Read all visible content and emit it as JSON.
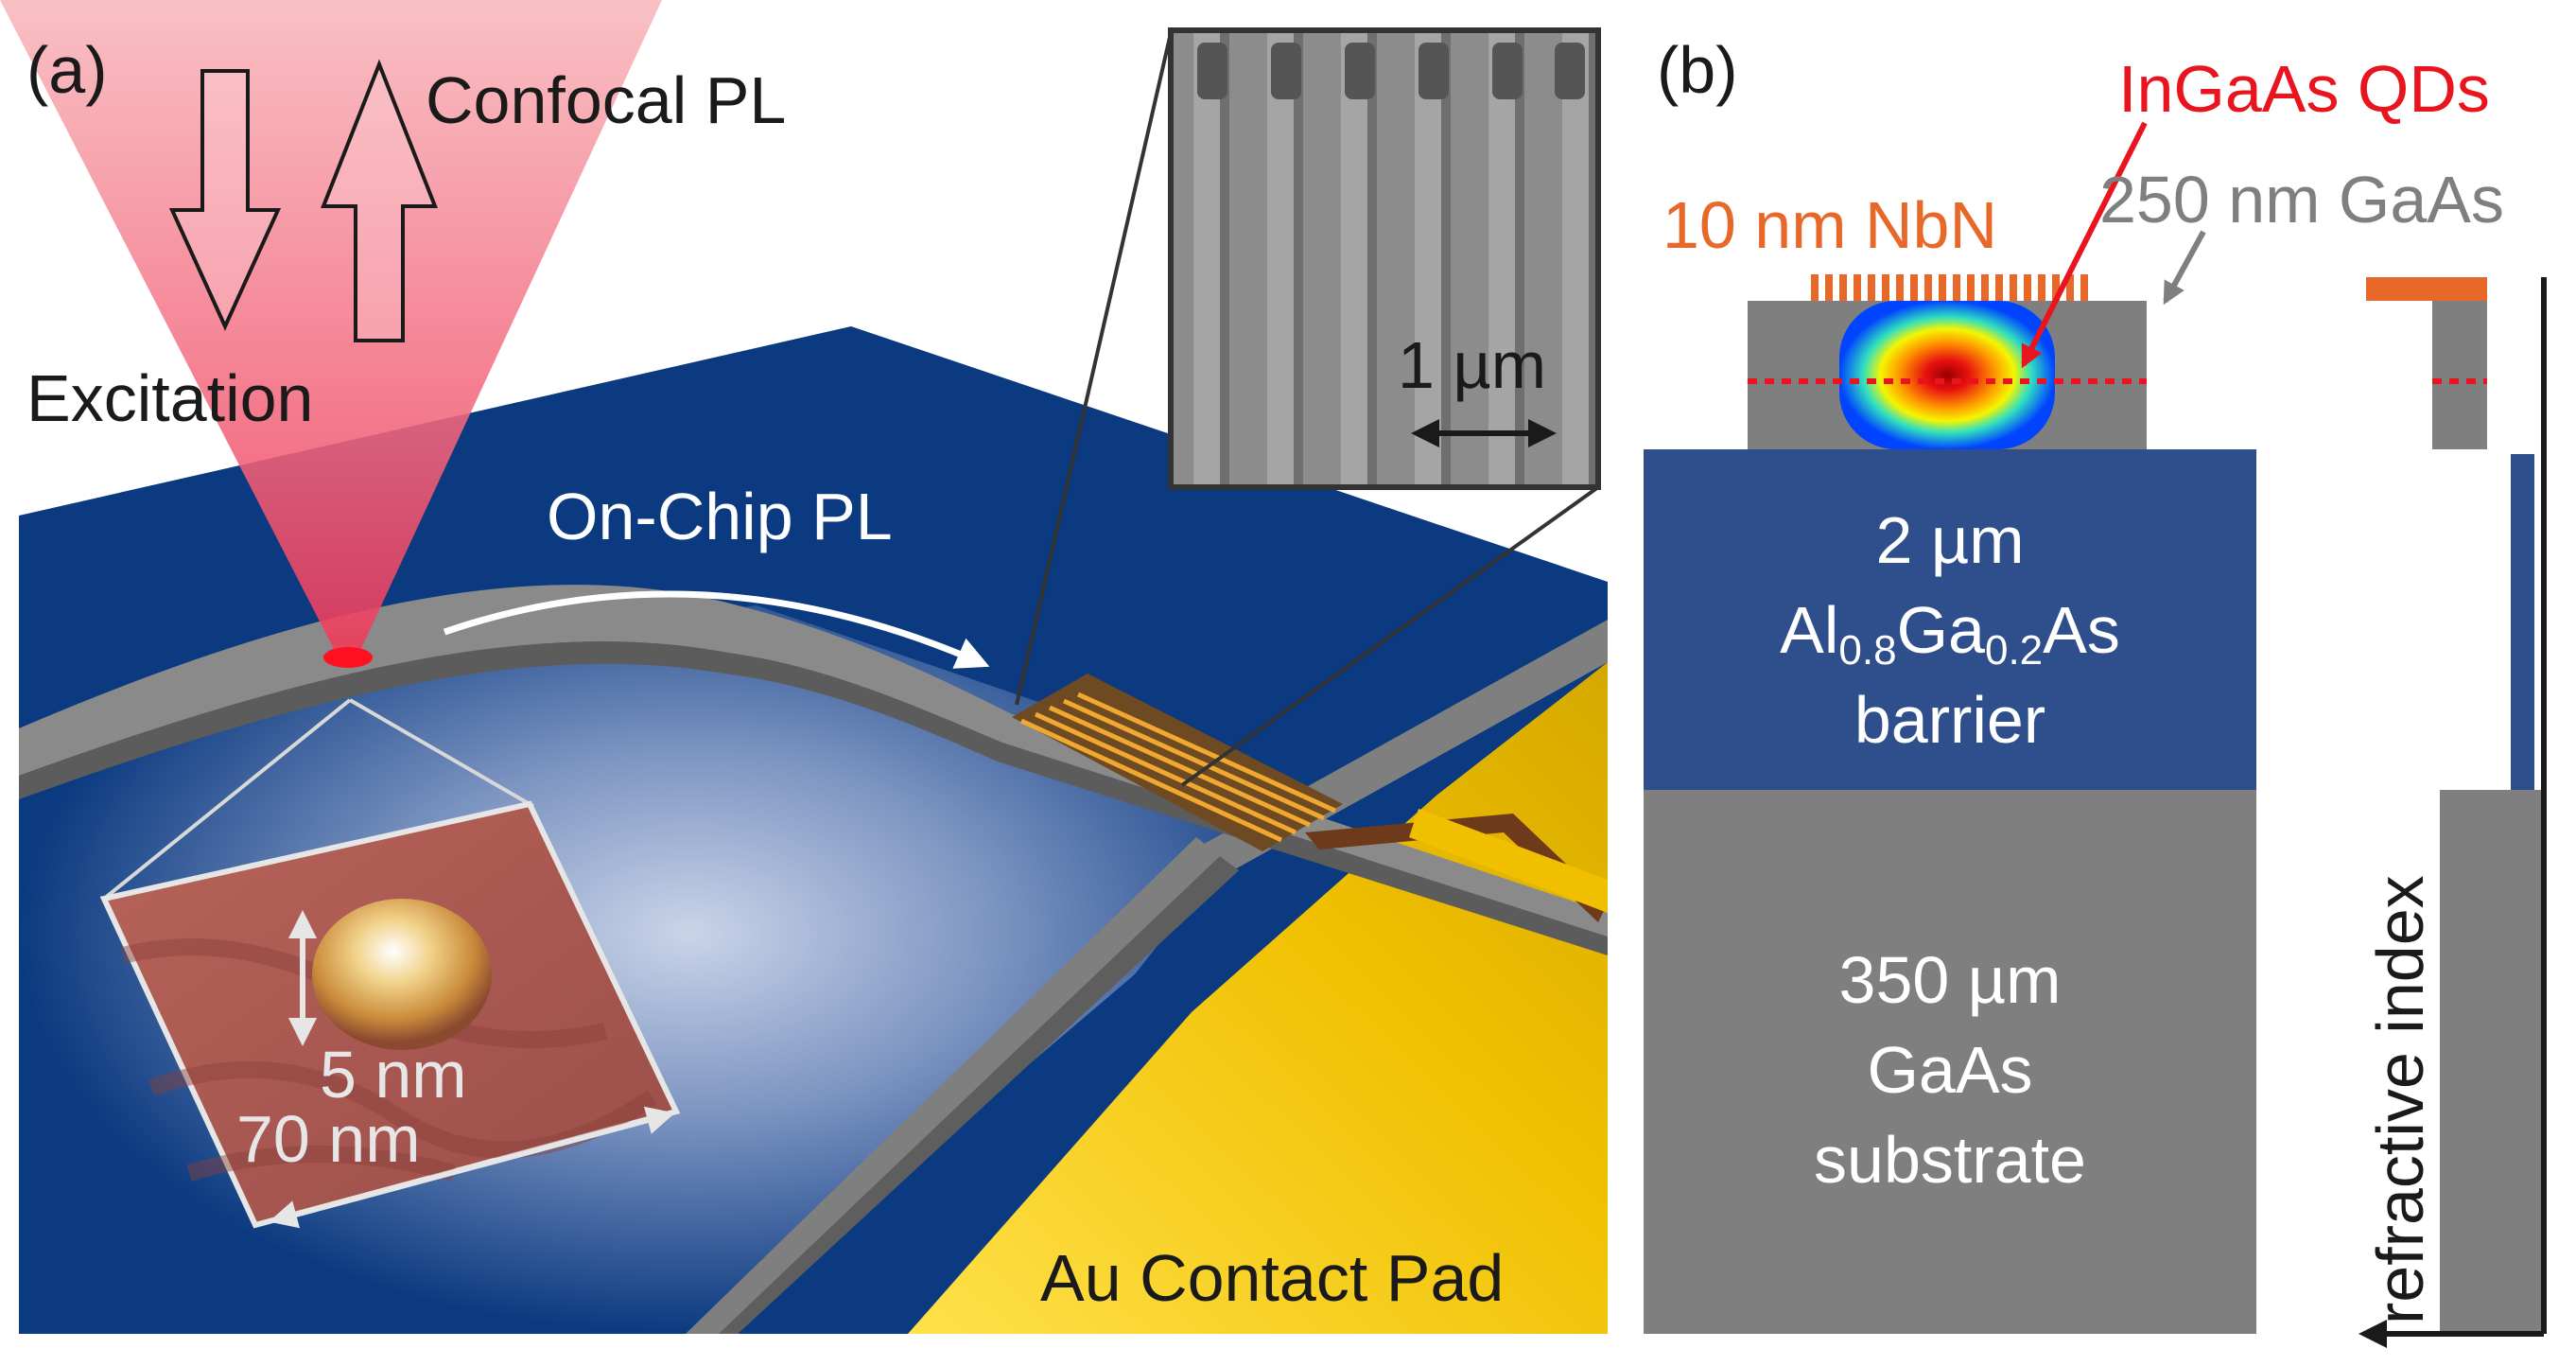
{
  "panel_a": {
    "label": "(a)",
    "confocal_label": "Confocal PL",
    "excitation_label": "Excitation",
    "onchip_label": "On-Chip PL",
    "sem_scale_label": "1 µm",
    "afm_height_label": "5 nm",
    "afm_width_label": "70 nm",
    "pad_label": "Au Contact Pad"
  },
  "panel_b": {
    "label": "(b)",
    "qd_label": "InGaAs QDs",
    "nbn_label": "10 nm NbN",
    "gaas_top_label": "250 nm GaAs",
    "barrier_line1": "2 µm",
    "barrier_line2_base1": "Al",
    "barrier_line2_sub1": "0.8",
    "barrier_line2_base2": "Ga",
    "barrier_line2_sub2": "0.2",
    "barrier_line2_base3": "As",
    "barrier_line3": "barrier",
    "substrate_line1": "350 µm",
    "substrate_line2": "GaAs",
    "substrate_line3": "substrate",
    "index_axis_label": "refractive index"
  },
  "colors": {
    "laser": "#f4a6aa",
    "laser_spot": "#e8173a",
    "barrier_blue": "#2e4f8c",
    "gaas_gray": "#7f7f7f",
    "nbn_orange": "#e8682a",
    "qd_red": "#e8141e",
    "gold": "#f0c200",
    "text_dark": "#1a1a1a"
  }
}
